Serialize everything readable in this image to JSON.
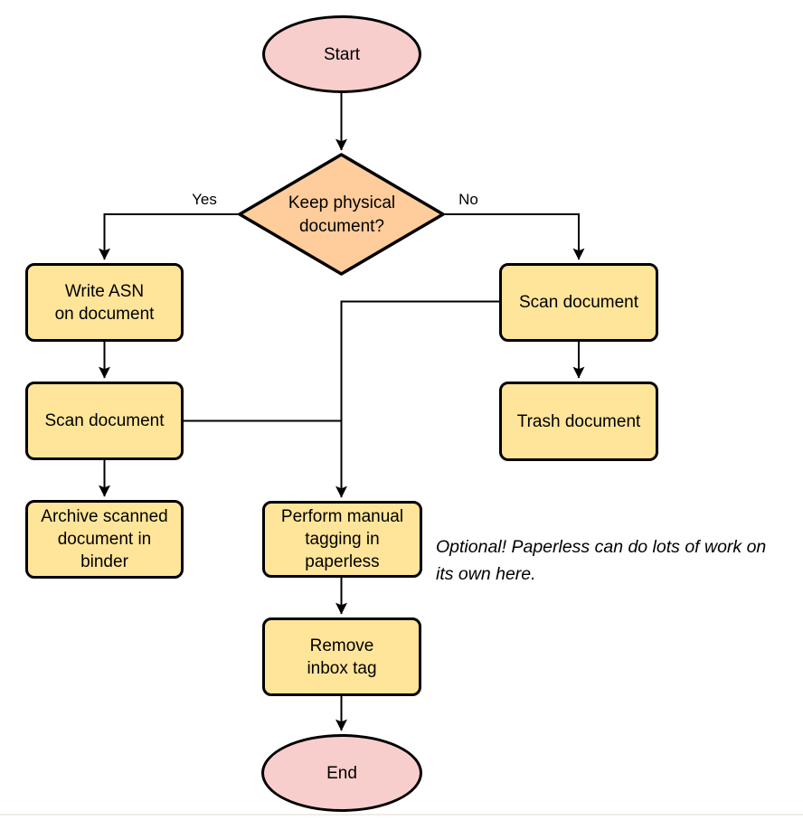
{
  "diagram": {
    "type": "flowchart",
    "background": "#ffffff",
    "colors": {
      "terminal_fill": "#f8cecc",
      "decision_fill": "#ffcc9b",
      "process_fill": "#ffe59a",
      "stroke": "#000000",
      "connector": "#000000",
      "text": "#000000"
    },
    "nodes": {
      "start": {
        "shape": "ellipse",
        "label": "Start"
      },
      "decision": {
        "shape": "diamond",
        "label": "Keep physical\ndocument?"
      },
      "write_asn": {
        "shape": "process",
        "label": "Write ASN\non document"
      },
      "scan_left": {
        "shape": "process",
        "label": "Scan document"
      },
      "archive": {
        "shape": "process",
        "label": "Archive scanned\ndocument in\nbinder"
      },
      "scan_right": {
        "shape": "process",
        "label": "Scan document"
      },
      "trash": {
        "shape": "process",
        "label": "Trash document"
      },
      "perform_tagging": {
        "shape": "process",
        "label": "Perform manual\ntagging in\npaperless"
      },
      "remove_inbox": {
        "shape": "process",
        "label": "Remove\ninbox tag"
      },
      "end": {
        "shape": "ellipse",
        "label": "End"
      }
    },
    "edge_labels": {
      "yes": "Yes",
      "no": "No"
    },
    "annotation": "Optional! Paperless can do lots of work on\nits own here."
  }
}
